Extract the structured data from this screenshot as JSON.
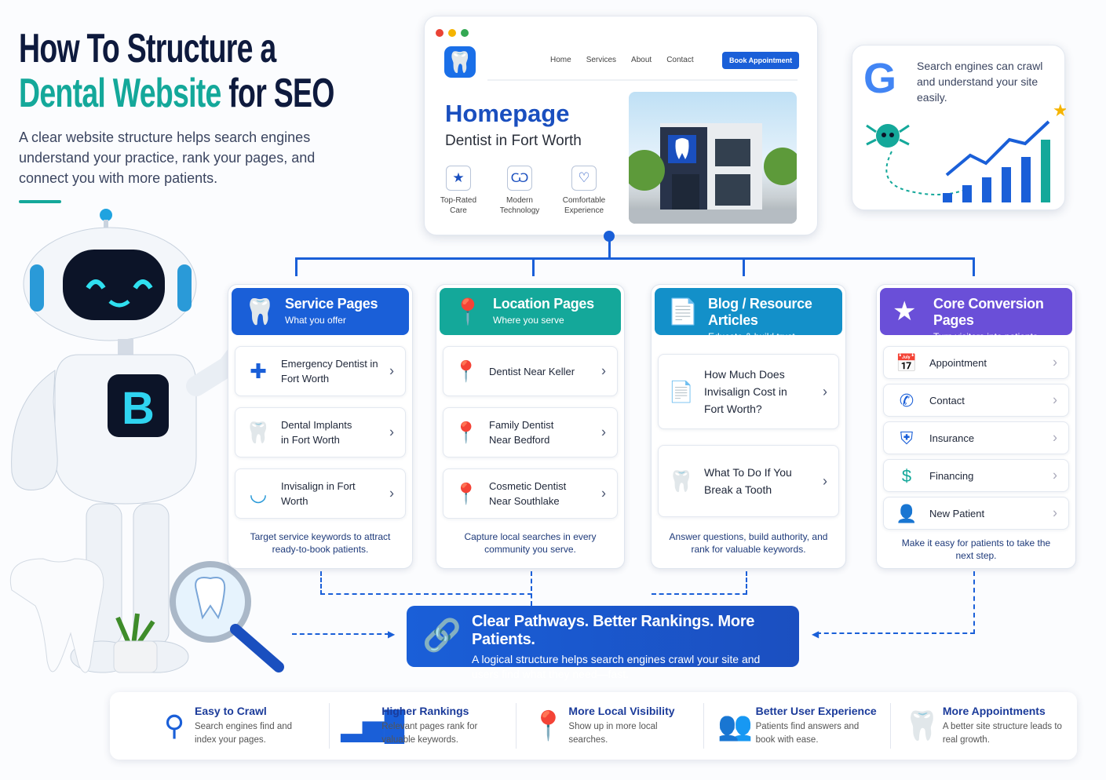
{
  "title": {
    "line1": "How To Structure a",
    "line2_highlight": "Dental Website",
    "line2_rest": "for SEO"
  },
  "subtitle": "A clear website structure helps search engines understand your practice, rank your pages, and connect you with more patients.",
  "robot": {
    "badge": "B"
  },
  "homepage": {
    "nav": [
      "Home",
      "Services",
      "About",
      "Contact"
    ],
    "book_button": "Book Appointment",
    "title": "Homepage",
    "subtitle": "Dentist in Fort Worth",
    "features": [
      {
        "icon": "star-icon",
        "label": "Top-Rated Care"
      },
      {
        "icon": "tooth-icon",
        "label": "Modern Technology"
      },
      {
        "icon": "heart-icon",
        "label": "Comfortable Experience"
      }
    ]
  },
  "google_card": {
    "text": "Search engines can crawl and understand your site easily.",
    "bars": [
      1,
      2,
      3,
      4,
      5,
      6
    ]
  },
  "columns": [
    {
      "title": "Service Pages",
      "subtitle": "What you offer",
      "color": "#1a5fd8",
      "items": [
        "Emergency Dentist in Fort Worth",
        "Dental Implants in Fort Worth",
        "Invisalign in Fort Worth"
      ],
      "footer": "Target service keywords to attract ready-to-book patients."
    },
    {
      "title": "Location Pages",
      "subtitle": "Where you serve",
      "color": "#14a89a",
      "items": [
        "Dentist Near Keller",
        "Family Dentist Near Bedford",
        "Cosmetic Dentist Near Southlake"
      ],
      "footer": "Capture local searches in every community you serve."
    },
    {
      "title": "Blog / Resource Articles",
      "subtitle": "Educate & build trust",
      "color": "#1390c9",
      "items": [
        "How Much Does Invisalign Cost in Fort Worth?",
        "What To Do If You Break a Tooth"
      ],
      "footer": "Answer questions, build authority, and rank for valuable keywords."
    },
    {
      "title": "Core Conversion Pages",
      "subtitle": "Turn visitors into patients",
      "color": "#6a4fd8",
      "items": [
        "Appointment",
        "Contact",
        "Insurance",
        "Financing",
        "New Patient"
      ],
      "footer": "Make it easy for patients to take the next step."
    }
  ],
  "banner": {
    "title": "Clear Pathways. Better Rankings. More Patients.",
    "text": "A logical structure helps search engines crawl your site and users find what they need—fast."
  },
  "benefits": [
    {
      "icon": "search-icon",
      "title": "Easy to Crawl",
      "text": "Search engines find and index your pages."
    },
    {
      "icon": "bar-chart-icon",
      "title": "Higher Rankings",
      "text": "Relevant pages rank for valuable keywords."
    },
    {
      "icon": "map-pin-icon",
      "title": "More Local Visibility",
      "text": "Show up in more local searches."
    },
    {
      "icon": "users-icon",
      "title": "Better User Experience",
      "text": "Patients find answers and book with ease."
    },
    {
      "icon": "tooth-icon",
      "title": "More Appointments",
      "text": "A better site structure leads to real growth."
    }
  ]
}
